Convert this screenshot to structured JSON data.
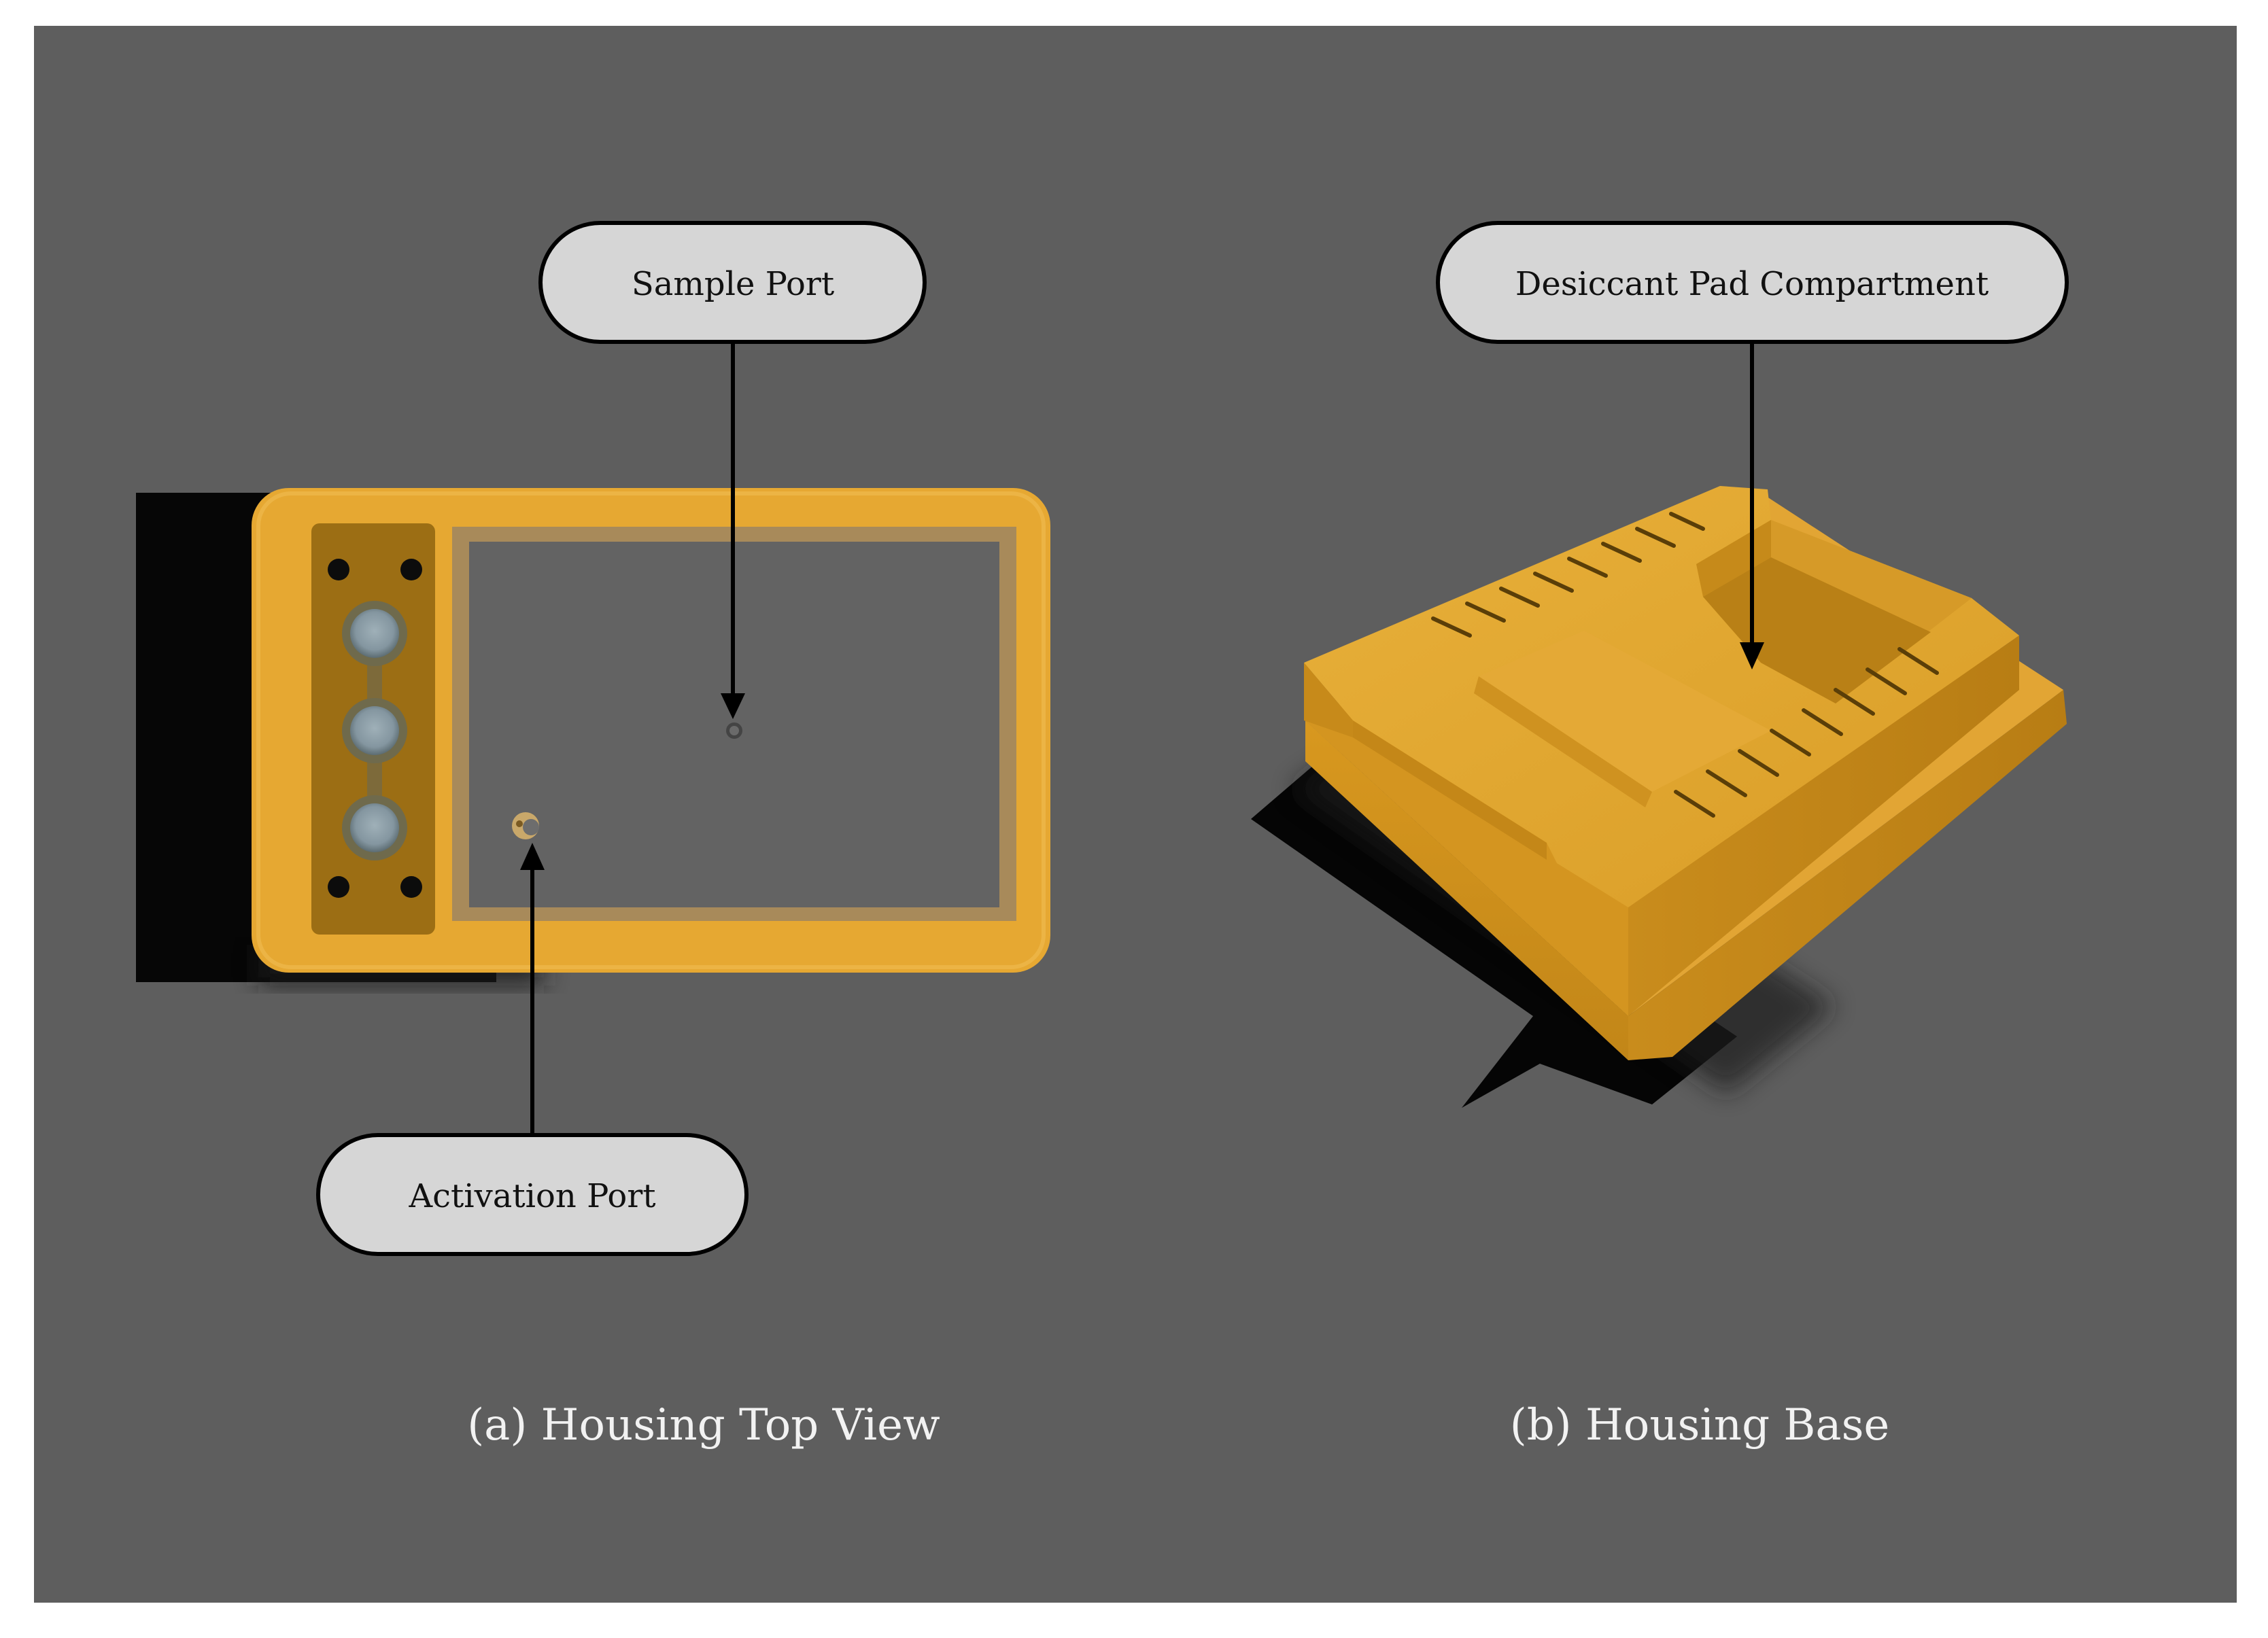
{
  "figure": {
    "background_color": "#5e5e5e",
    "housing_color": "#e6a832",
    "panels": [
      {
        "id": "a",
        "caption": "(a) Housing Top View",
        "callouts": [
          {
            "label": "Sample Port"
          },
          {
            "label": "Activation Port"
          }
        ]
      },
      {
        "id": "b",
        "caption": "(b) Housing Base",
        "callouts": [
          {
            "label": "Desiccant Pad Compartment"
          }
        ]
      }
    ]
  }
}
